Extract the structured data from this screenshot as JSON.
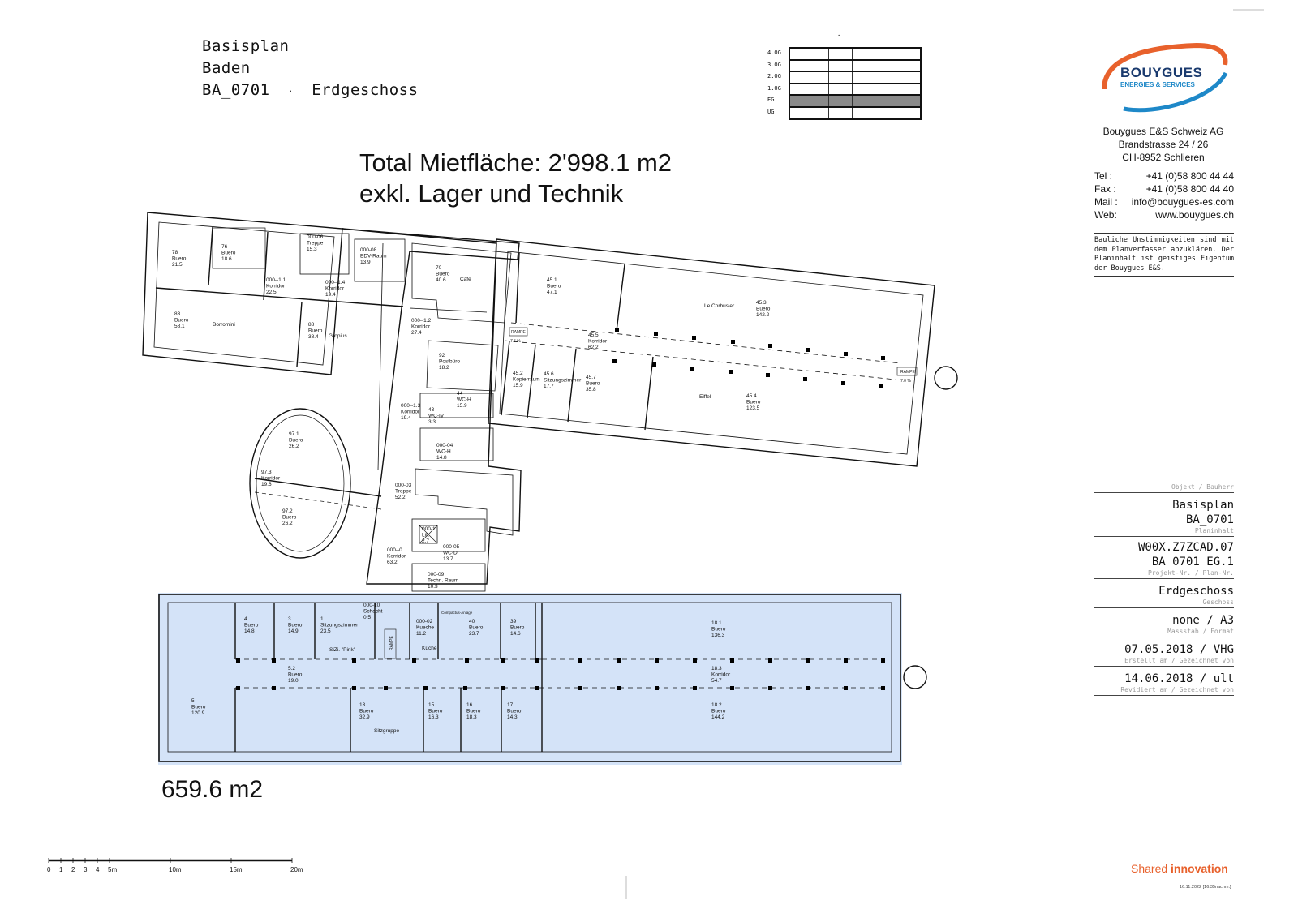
{
  "header": {
    "line1": "Basisplan",
    "line2": "Baden",
    "plan_code": "BA_0701",
    "separator": "·",
    "floor_name": "Erdgeschoss"
  },
  "summary": {
    "total_line1": "Total Mietfläche: 2'998.1 m2",
    "total_line2": "exkl. Lager und Technik",
    "highlight_area": "659.6 m2"
  },
  "floor_index": {
    "dash": "-",
    "floors": [
      "4.OG",
      "3.OG",
      "2.OG",
      "1.OG",
      "EG",
      "UG"
    ],
    "active": "EG"
  },
  "company": {
    "logo_word": "BOUYGUES",
    "logo_sub": "ENERGIES & SERVICES",
    "name": "Bouygues E&S Schweiz AG",
    "street": "Brandstrasse 24 / 26",
    "city": "CH-8952 Schlieren",
    "contacts": [
      {
        "label": "Tel  :",
        "value": "+41 (0)58 800 44 44"
      },
      {
        "label": "Fax  :",
        "value": "+41 (0)58 800 44 40"
      },
      {
        "label": "Mail :",
        "value": "info@bouygues-es.com"
      },
      {
        "label": "Web:",
        "value": "www.bouygues.ch"
      }
    ],
    "disclaimer": "Bauliche Unstimmigkeiten sind mit dem Planverfasser abzuklären. Der Planinhalt ist geistiges Eigentum der Bouygues E&S."
  },
  "title_block": {
    "cap_object": "Objekt / Bauherr",
    "object_line1": "Basisplan",
    "object_line2": "BA_0701",
    "cap_plan": "Planinhalt",
    "plan_line1": "W00X.Z7ZCAD.07",
    "plan_line2": "BA_0701_EG.1",
    "cap_project": "Projekt-Nr. / Plan-Nr.",
    "floor": "Erdgeschoss",
    "cap_floor": "Geschoss",
    "scale": "none / A3",
    "cap_scale": "Massstab / Format",
    "created": "07.05.2018 / VHG",
    "cap_created": "Erstellt am / Gezeichnet von",
    "revised": "14.06.2018 /   ult",
    "cap_revised": "Revidiert am / Gezeichnet von"
  },
  "footer": {
    "shared": "Shared",
    "innovation": "innovation",
    "stamp": "16.11.2022  [16:35nachm.]"
  },
  "scale_bar": {
    "labels": [
      "0",
      "1",
      "2",
      "3",
      "4",
      "5m",
      "10m",
      "15m",
      "20m"
    ]
  },
  "rooms": [
    {
      "id": "78a",
      "lines": [
        "78",
        "Buero",
        "21.5"
      ]
    },
    {
      "id": "76",
      "lines": [
        "76",
        "Buero",
        "18.6"
      ]
    },
    {
      "id": "000-06",
      "lines": [
        "000-06",
        "Treppe",
        "15.3"
      ]
    },
    {
      "id": "000-08",
      "lines": [
        "000-08",
        "EDV-Raum",
        "13.9"
      ]
    },
    {
      "id": "000-1.1",
      "lines": [
        "000--1.1",
        "Korridor",
        "22.5"
      ]
    },
    {
      "id": "000-1.4",
      "lines": [
        "000--1.4",
        "Korridor",
        "19.4"
      ]
    },
    {
      "id": "83",
      "lines": [
        "83",
        "Buero",
        "58.1"
      ]
    },
    {
      "id": "88",
      "lines": [
        "88",
        "Buero",
        "38.4"
      ]
    },
    {
      "id": "70",
      "lines": [
        "70",
        "Buero",
        "40.6"
      ]
    },
    {
      "id": "000-1.2",
      "lines": [
        "000--1.2",
        "Korridor",
        "27.4"
      ]
    },
    {
      "id": "92",
      "lines": [
        "92",
        "Postbüro",
        "18.2"
      ]
    },
    {
      "id": "44",
      "lines": [
        "44",
        "WC-H",
        "15.9"
      ]
    },
    {
      "id": "43",
      "lines": [
        "43",
        "WC-IV",
        "3.3"
      ]
    },
    {
      "id": "000-1.3",
      "lines": [
        "000--1.3",
        "Korridor",
        "19.4"
      ]
    },
    {
      "id": "000-04",
      "lines": [
        "000-04",
        "WC-H",
        "14.8"
      ]
    },
    {
      "id": "45.1",
      "lines": [
        "45.1",
        "Buero",
        "47.1"
      ]
    },
    {
      "id": "45.3",
      "lines": [
        "45.3",
        "Buero",
        "142.2"
      ]
    },
    {
      "id": "45.5",
      "lines": [
        "45.5",
        "Korridor",
        "62.2"
      ]
    },
    {
      "id": "45.2",
      "lines": [
        "45.2",
        "Kopierraum",
        "15.9"
      ]
    },
    {
      "id": "45.6",
      "lines": [
        "45.6",
        "Sitzungszimmer",
        "17.7"
      ]
    },
    {
      "id": "45.7",
      "lines": [
        "45.7",
        "Buero",
        "35.8"
      ]
    },
    {
      "id": "45.4",
      "lines": [
        "45.4",
        "Buero",
        "123.5"
      ]
    },
    {
      "id": "97.1",
      "lines": [
        "97.1",
        "Buero",
        "26.2"
      ]
    },
    {
      "id": "97.3",
      "lines": [
        "97.3",
        "Korridor",
        "19.6"
      ]
    },
    {
      "id": "97.2",
      "lines": [
        "97.2",
        "Buero",
        "26.2"
      ]
    },
    {
      "id": "000-03",
      "lines": [
        "000-03",
        "Treppe",
        "52.2"
      ]
    },
    {
      "id": "000-0",
      "lines": [
        "000--0",
        "Korridor",
        "63.2"
      ]
    },
    {
      "id": "000-05",
      "lines": [
        "000-05",
        "WC-D",
        "13.7"
      ]
    },
    {
      "id": "000-09",
      "lines": [
        "000-09",
        "Techn. Raum",
        "10.3"
      ]
    },
    {
      "id": "lift",
      "lines": [
        "000-1",
        "Lift",
        "2.7"
      ]
    },
    {
      "id": "4",
      "lines": [
        "4",
        "Buero",
        "14.8"
      ]
    },
    {
      "id": "3",
      "lines": [
        "3",
        "Buero",
        "14.9"
      ]
    },
    {
      "id": "1",
      "lines": [
        "1",
        "Sitzungszimmer",
        "23.5"
      ]
    },
    {
      "id": "000-10",
      "lines": [
        "000-10",
        "Schacht",
        "0.5"
      ]
    },
    {
      "id": "000-02",
      "lines": [
        "000-02",
        "Kueche",
        "11.2"
      ]
    },
    {
      "id": "40",
      "lines": [
        "40",
        "Buero",
        "23.7"
      ]
    },
    {
      "id": "39",
      "lines": [
        "39",
        "Buero",
        "14.6"
      ]
    },
    {
      "id": "18.1",
      "lines": [
        "18.1",
        "Buero",
        "136.3"
      ]
    },
    {
      "id": "5.2",
      "lines": [
        "5.2",
        "Buero",
        "19.0"
      ]
    },
    {
      "id": "18.3",
      "lines": [
        "18.3",
        "Korridor",
        "54.7"
      ]
    },
    {
      "id": "5",
      "lines": [
        "5",
        "Buero",
        "120.9"
      ]
    },
    {
      "id": "13",
      "lines": [
        "13",
        "Buero",
        "32.9"
      ]
    },
    {
      "id": "15",
      "lines": [
        "15",
        "Buero",
        "16.3"
      ]
    },
    {
      "id": "16",
      "lines": [
        "16",
        "Buero",
        "18.3"
      ]
    },
    {
      "id": "17",
      "lines": [
        "17",
        "Buero",
        "14.3"
      ]
    },
    {
      "id": "18.2",
      "lines": [
        "18.2",
        "Buero",
        "144.2"
      ]
    }
  ],
  "names": {
    "borromini": "Borromini",
    "gropius": "Gropius",
    "cafe": "Cafe",
    "le_corbusier": "Le Corbusier",
    "eiffel": "Eiffel",
    "sitz_pink": "SiZi. \"Pink\"",
    "kueche": "Küche",
    "compactus": "Compactus-Anlage",
    "sitzgruppe": "Sitzgruppe",
    "rampe": "RAMPE",
    "rampe_pct1": "7.5 %",
    "rampe_pct2": "7.0 %",
    "rampe_v": "RAMPE"
  }
}
